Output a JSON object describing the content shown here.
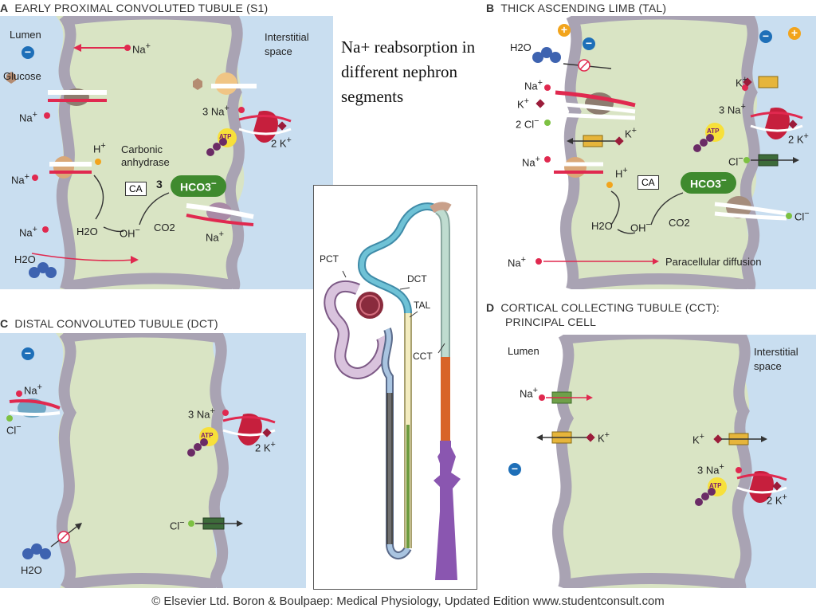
{
  "caption": "Na+ reabsorption in different nephron segments",
  "footer": "© Elsevier Ltd. Boron & Boulpaep: Medical Physiology, Updated Edition     www.studentconsult.com",
  "colors": {
    "lumen": "#c9def0",
    "cell": "#d9e4c4",
    "membrane": "#a9a3b3",
    "na": "#e0294f",
    "k": "#9b1c3a",
    "cl": "#7dc142",
    "h": "#f2a41c",
    "pump": "#c61f3d",
    "atp": "#f7e03a",
    "minus": "#1e6fb8",
    "plus": "#f2a41c"
  },
  "panels": {
    "a": {
      "letter": "A",
      "title": "EARLY PROXIMAL CONVOLUTED TUBULE (S1)",
      "lumen": "Lumen",
      "interstitial": "Interstitial space",
      "glucose": "Glucose",
      "na": "Na",
      "h": "H",
      "ca_label": "Carbonic anhydrase",
      "ca": "CA",
      "h2o": "H2O",
      "oh": "OH",
      "co2": "CO2",
      "hco3_coeff": "3",
      "hco3": "HCO3",
      "three_na": "3 Na",
      "two_k": "2 K",
      "atp": "ATP"
    },
    "b": {
      "letter": "B",
      "title": "THICK ASCENDING LIMB (TAL)",
      "h2o": "H2O",
      "na": "Na",
      "k": "K",
      "two_cl": "2 Cl",
      "three_na": "3 Na",
      "two_k": "2 K",
      "cl": "Cl",
      "h": "H",
      "ca": "CA",
      "oh": "OH",
      "co2": "CO2",
      "hco3": "HCO3",
      "paracellular": "Paracellular diffusion",
      "atp": "ATP"
    },
    "c": {
      "letter": "C",
      "title": "DISTAL CONVOLUTED TUBULE (DCT)",
      "na": "Na",
      "cl": "Cl",
      "three_na": "3 Na",
      "two_k": "2 K",
      "h2o": "H2O",
      "atp": "ATP"
    },
    "d": {
      "letter": "D",
      "title_line1": "CORTICAL COLLECTING TUBULE (CCT):",
      "title_line2": "PRINCIPAL CELL",
      "lumen": "Lumen",
      "interstitial": "Interstitial space",
      "na": "Na",
      "k": "K",
      "three_na": "3 Na",
      "two_k": "2 K",
      "atp": "ATP"
    }
  },
  "nephron": {
    "pct": "PCT",
    "dct": "DCT",
    "tal": "TAL",
    "cct": "CCT"
  }
}
